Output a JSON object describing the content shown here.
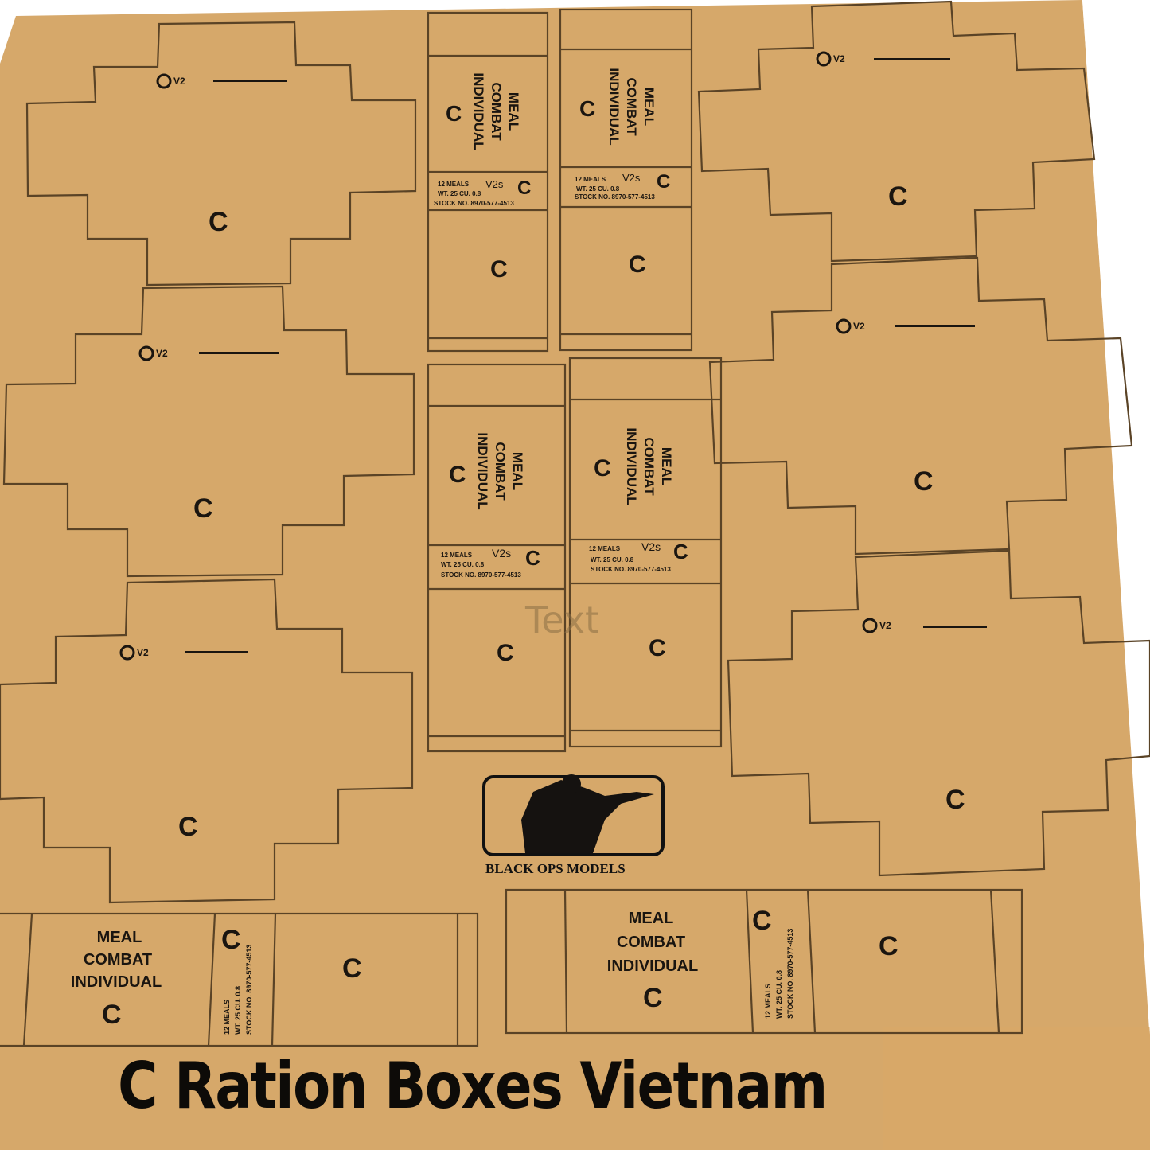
{
  "panel": {
    "line1": "MEAL",
    "line2": "COMBAT",
    "line3": "INDIVIDUAL",
    "letter": "C",
    "meals": "12 MEALS",
    "version": "V2s",
    "weight": "WT. 25 CU. 0.8",
    "stock": "STOCK NO. 8970-577-4513"
  },
  "logo": {
    "text": "BLACK OPS MODELS"
  },
  "watermark": "Text",
  "title": "C Ration Boxes Vietnam",
  "colors": {
    "cardboard": "#d6a86a",
    "ink": "#1a1510",
    "cutline": "#5a4326"
  }
}
